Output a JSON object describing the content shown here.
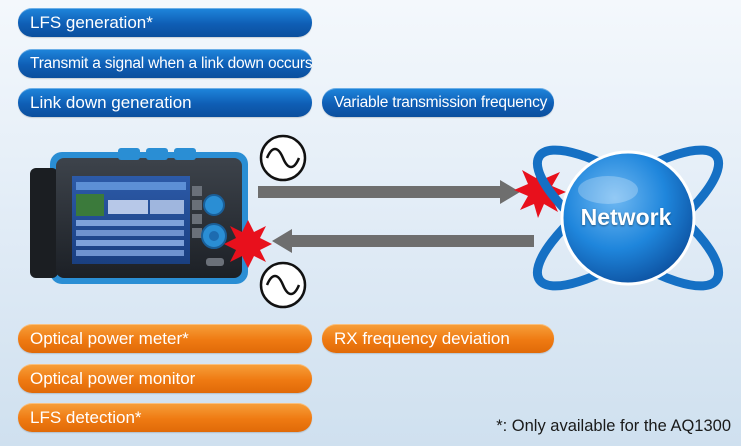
{
  "top_labels": {
    "lfs_generation": "LFS generation*",
    "transmit_signal": "Transmit a signal when a link down occurs",
    "link_down_generation": "Link down generation",
    "variable_frequency": "Variable transmission frequency"
  },
  "bottom_labels": {
    "optical_power_meter": "Optical power meter*",
    "rx_frequency_deviation": "RX frequency deviation",
    "optical_power_monitor": "Optical power monitor",
    "lfs_detection": "LFS detection*"
  },
  "network_label": "Network",
  "footnote": "*: Only available for the AQ1300",
  "colors": {
    "blue_pill": "#0f5eb5",
    "orange_pill": "#ef7a12",
    "arrow": "#6e6e6e",
    "globe": "#1778d1",
    "burst": "#e8101c"
  }
}
